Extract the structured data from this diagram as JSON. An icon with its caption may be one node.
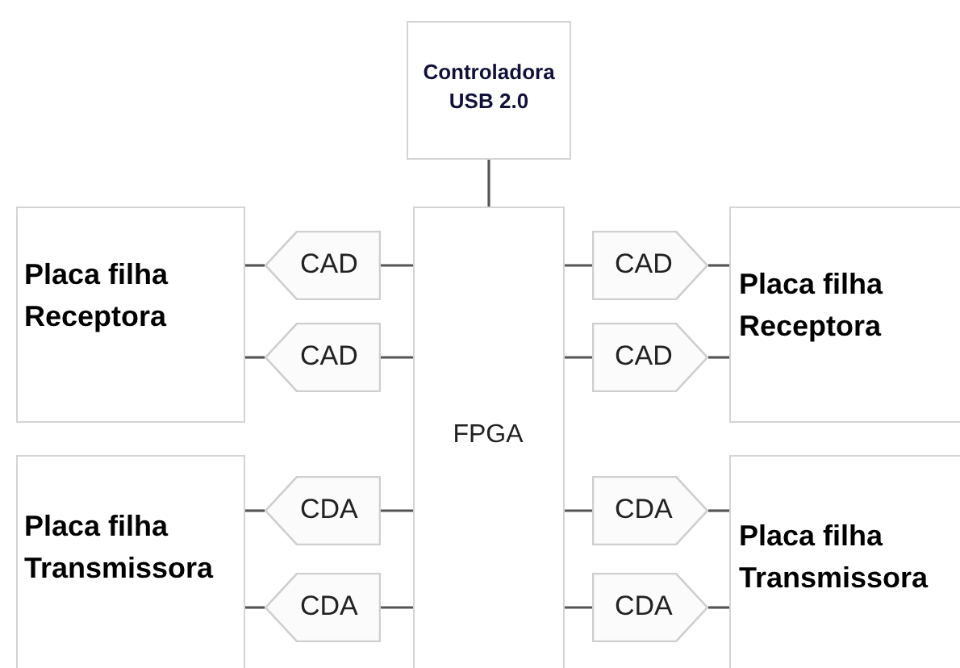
{
  "diagram": {
    "nodes": [
      {
        "text": [
          "Controladora USB 2.0"
        ]
      },
      {
        "text": [
          "Placa filha Receptora"
        ]
      },
      {
        "text": [
          "CAD"
        ]
      },
      {
        "text": [
          "FPGA"
        ]
      },
      {
        "text": [
          "CAD"
        ]
      },
      {
        "text": [
          "Placa filha Receptora"
        ]
      },
      {
        "text": [
          "CAD"
        ]
      },
      {
        "text": [
          "CAD"
        ]
      },
      {
        "text": [
          "Placa filha Transmissora"
        ]
      },
      {
        "text": [
          "CDA"
        ]
      },
      {
        "text": [
          "CDA"
        ]
      },
      {
        "text": [
          "Placa filha Transmissora"
        ]
      },
      {
        "text": [
          "CDA"
        ]
      },
      {
        "text": [
          "CDA"
        ]
      }
    ],
    "edges": [
      {
        "from": 0,
        "to": 3,
        "arrow": "none"
      },
      {
        "from": 1,
        "to": 2,
        "arrow": "none"
      },
      {
        "from": 2,
        "to": 3,
        "arrow": "none"
      },
      {
        "from": 3,
        "to": 4,
        "arrow": "none"
      },
      {
        "from": 4,
        "to": 5,
        "arrow": "none"
      },
      {
        "from": 1,
        "to": 6,
        "arrow": "none"
      },
      {
        "from": 6,
        "to": 3,
        "arrow": "none"
      },
      {
        "from": 3,
        "to": 7,
        "arrow": "none"
      },
      {
        "from": 7,
        "to": 5,
        "arrow": "none"
      },
      {
        "from": 8,
        "to": 9,
        "arrow": "none"
      },
      {
        "from": 9,
        "to": 3,
        "arrow": "none"
      },
      {
        "from": 3,
        "to": 10,
        "arrow": "none"
      },
      {
        "from": 10,
        "to": 11,
        "arrow": "none"
      },
      {
        "from": 8,
        "to": 12,
        "arrow": "none"
      },
      {
        "from": 12,
        "to": 3,
        "arrow": "none"
      },
      {
        "from": 3,
        "to": 13,
        "arrow": "none"
      },
      {
        "from": 13,
        "to": 11,
        "arrow": "none"
      }
    ]
  }
}
